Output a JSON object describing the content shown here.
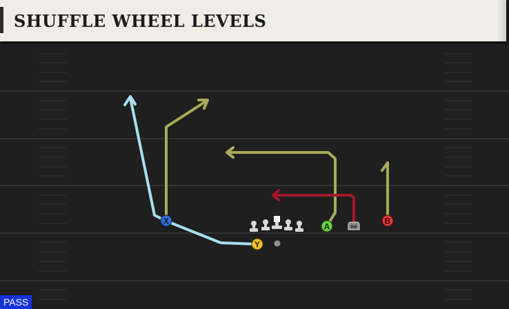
{
  "header": {
    "title": "SHUFFLE WHEEL LEVELS"
  },
  "play_type": "PASS",
  "players": {
    "x": "X",
    "y": "Y",
    "a": "A",
    "b": "B",
    "rb": "RB"
  },
  "colors": {
    "background": "#1f1f1f",
    "yard_line": "#3a3a3a",
    "route_x": "#a8e0f0",
    "route_yellow": "#a9ab58",
    "route_red": "#a3172b",
    "player_x": "#2f6fd6",
    "player_y": "#f2c12e",
    "player_a": "#6ccf43",
    "player_b": "#e23a3a",
    "player_rb": "#8a8a8a",
    "lineman": "#d8d8d8",
    "pass_badge": "#1432d8"
  }
}
